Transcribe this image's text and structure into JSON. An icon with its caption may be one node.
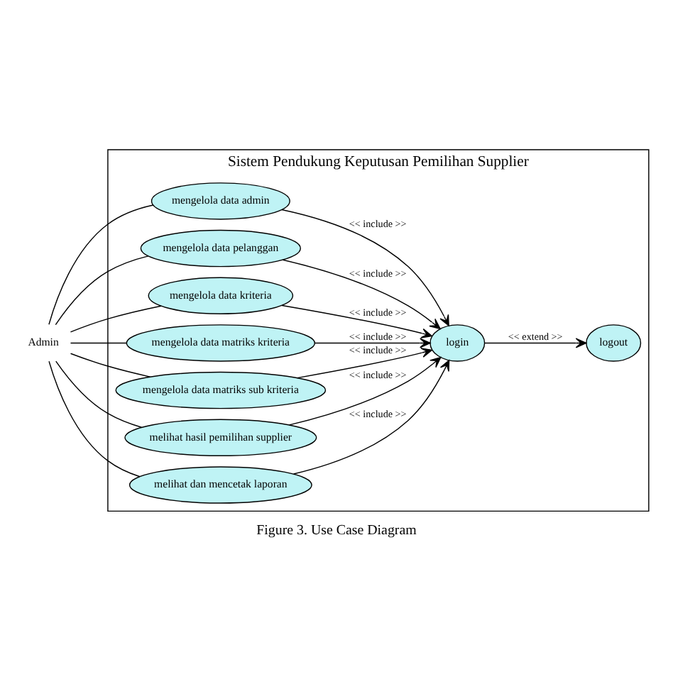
{
  "diagram": {
    "caption": "Figure 3. Use Case Diagram",
    "nodes": [
      {
        "text": [
          "Sistem Pendukung Keputusan Pemilihan Supplier"
        ]
      },
      {
        "text": [
          "Admin"
        ]
      },
      {
        "text": [
          "mengelola data admin"
        ],
        "in": 0
      },
      {
        "text": [
          "mengelola data pelanggan"
        ],
        "in": 0
      },
      {
        "text": [
          "mengelola data kriteria"
        ],
        "in": 0
      },
      {
        "text": [
          "mengelola data matriks kriteria"
        ],
        "in": 0
      },
      {
        "text": [
          "mengelola data matriks sub kriteria"
        ],
        "in": 0
      },
      {
        "text": [
          "melihat hasil pemilihan supplier"
        ],
        "in": 0
      },
      {
        "text": [
          "melihat dan mencetak laporan"
        ],
        "in": 0
      },
      {
        "text": [
          "login"
        ],
        "in": 0
      },
      {
        "text": [
          "logout"
        ],
        "in": 0
      }
    ],
    "edges": [
      {
        "from": 1,
        "to": 2,
        "arrow": "none"
      },
      {
        "from": 1,
        "to": 3,
        "arrow": "none"
      },
      {
        "from": 1,
        "to": 4,
        "arrow": "none"
      },
      {
        "from": 1,
        "to": 5,
        "arrow": "none"
      },
      {
        "from": 1,
        "to": 6,
        "arrow": "none"
      },
      {
        "from": 1,
        "to": 7,
        "arrow": "none"
      },
      {
        "from": 1,
        "to": 8,
        "arrow": "none"
      },
      {
        "from": 2,
        "to": 9,
        "arrow": "to",
        "label": "<< include >>"
      },
      {
        "from": 3,
        "to": 9,
        "arrow": "to",
        "label": "<< include >>"
      },
      {
        "from": 4,
        "to": 9,
        "arrow": "to",
        "label": "<< include >>"
      },
      {
        "from": 5,
        "to": 9,
        "arrow": "to",
        "label": "<< include >>"
      },
      {
        "from": 6,
        "to": 9,
        "arrow": "to",
        "label": "<< include >>"
      },
      {
        "from": 7,
        "to": 9,
        "arrow": "to",
        "label": "<< include >>"
      },
      {
        "from": 8,
        "to": 9,
        "arrow": "to",
        "label": "<< include >>"
      },
      {
        "from": 9,
        "to": 10,
        "arrow": "to",
        "label": "<< extend >>"
      }
    ]
  }
}
